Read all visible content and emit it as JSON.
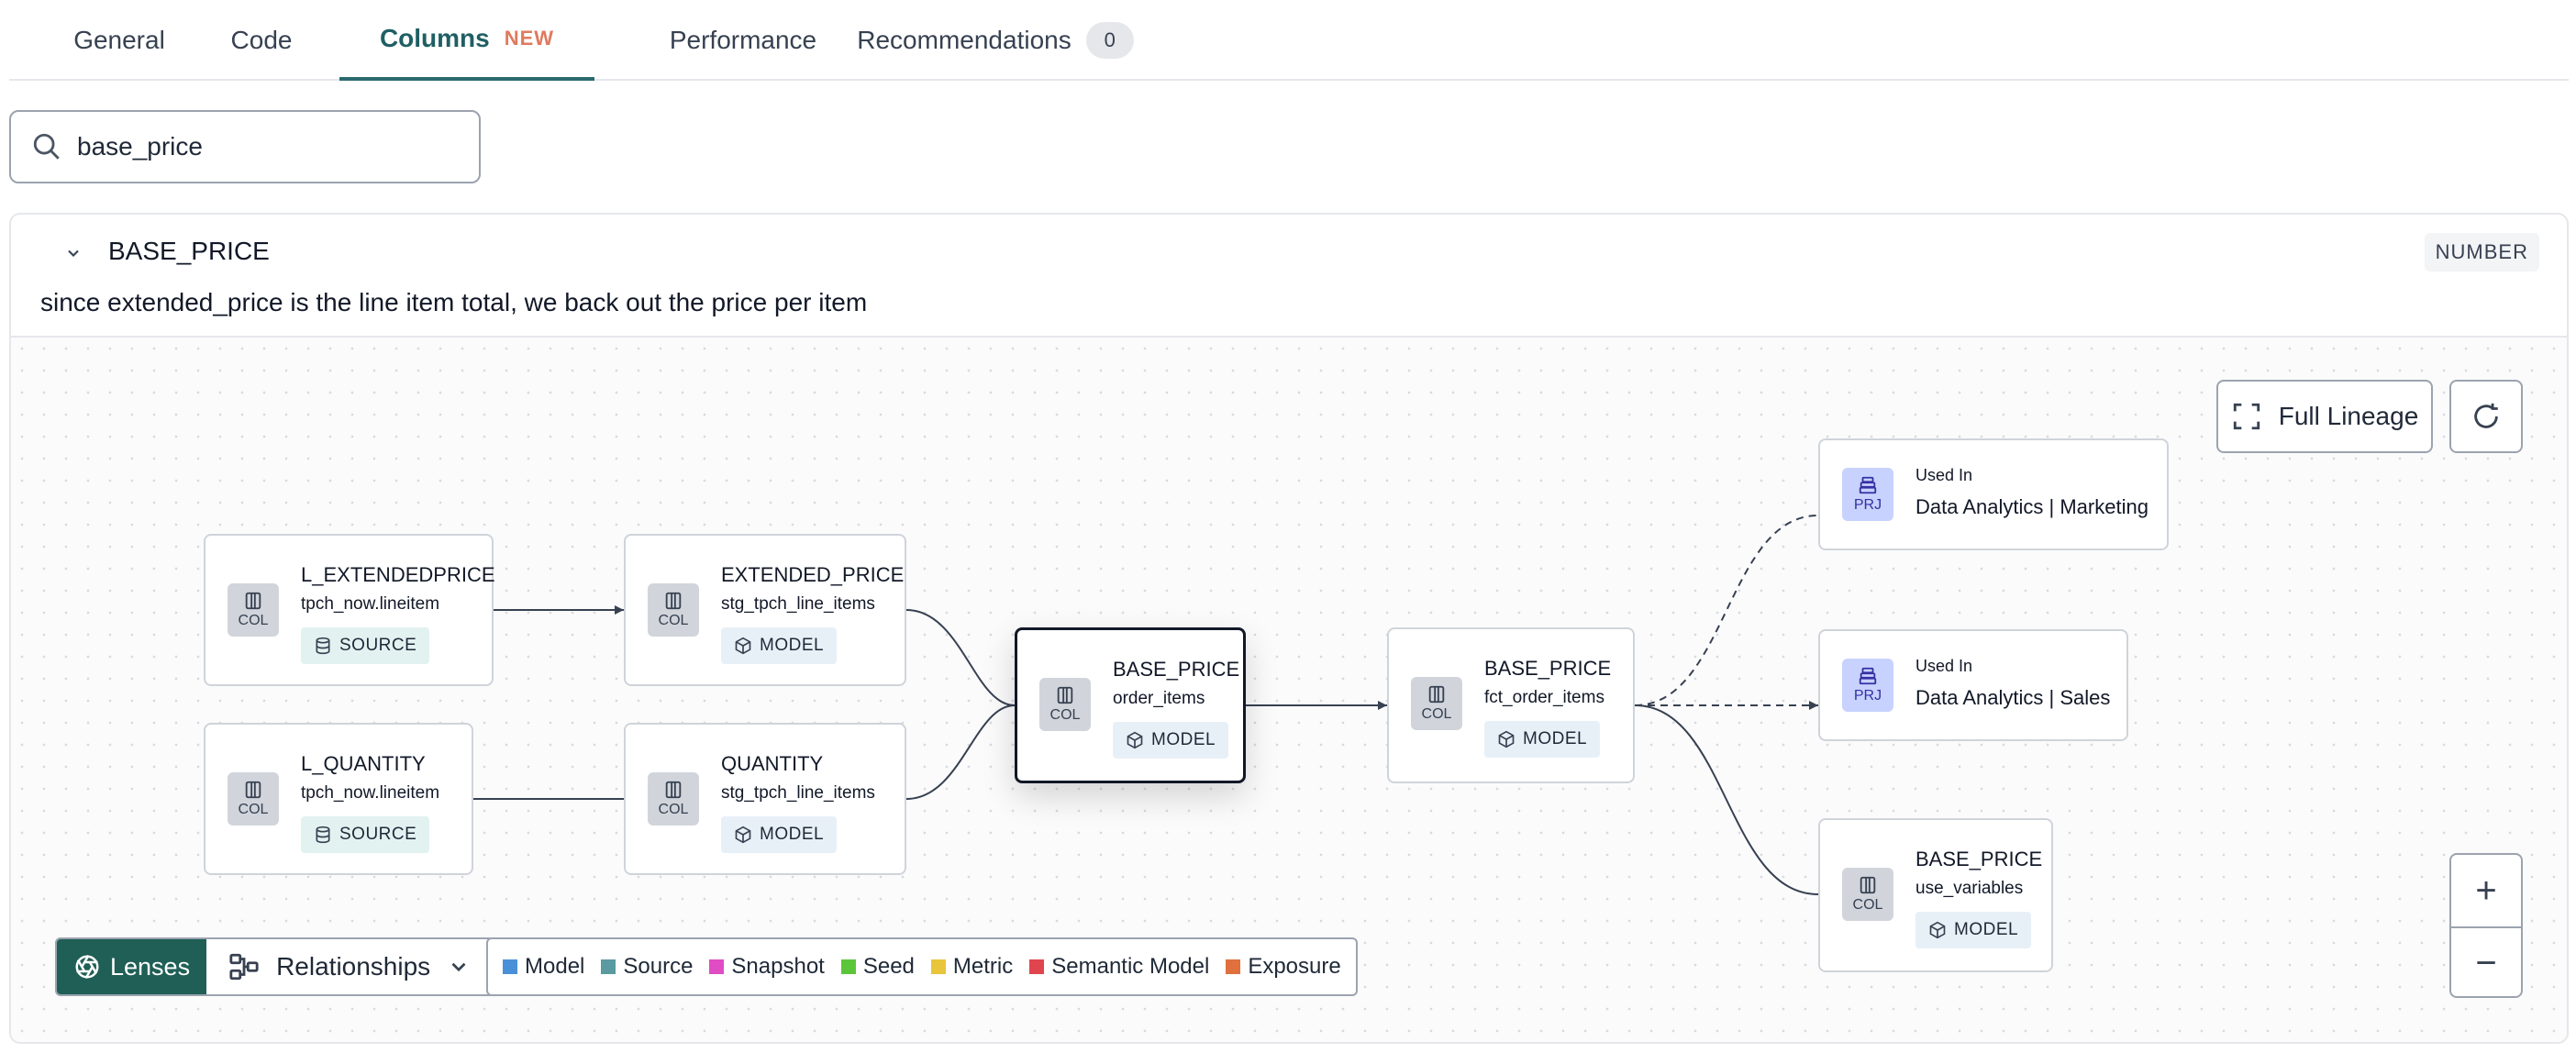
{
  "tabs": [
    {
      "label": "General"
    },
    {
      "label": "Code"
    },
    {
      "label": "Columns",
      "badge": "NEW"
    },
    {
      "label": "Performance"
    },
    {
      "label": "Recommendations",
      "count": "0"
    }
  ],
  "search": {
    "value": "base_price"
  },
  "column": {
    "name": "BASE_PRICE",
    "type": "NUMBER",
    "description": "since extended_price is the line item total, we back out the price per item"
  },
  "lineage": {
    "icon_label": "COL",
    "project_icon_label": "PRJ",
    "nodes": [
      {
        "title": "L_EXTENDEDPRICE",
        "sub": "tpch_now.lineitem",
        "tag": "SOURCE"
      },
      {
        "title": "L_QUANTITY",
        "sub": "tpch_now.lineitem",
        "tag": "SOURCE"
      },
      {
        "title": "EXTENDED_PRICE",
        "sub": "stg_tpch_line_items",
        "tag": "MODEL"
      },
      {
        "title": "QUANTITY",
        "sub": "stg_tpch_line_items",
        "tag": "MODEL"
      },
      {
        "title": "BASE_PRICE",
        "sub": "order_items",
        "tag": "MODEL"
      },
      {
        "title": "BASE_PRICE",
        "sub": "fct_order_items",
        "tag": "MODEL"
      },
      {
        "title": "BASE_PRICE",
        "sub": "use_variables",
        "tag": "MODEL"
      }
    ],
    "projects": [
      {
        "used_in": "Used In",
        "name": "Data Analytics | Marketing"
      },
      {
        "used_in": "Used In",
        "name": "Data Analytics | Sales"
      }
    ]
  },
  "controls": {
    "full_lineage": "Full Lineage",
    "zoom_in": "+",
    "zoom_out": "−",
    "lenses": "Lenses",
    "relationships": "Relationships"
  },
  "legend": [
    {
      "label": "Model",
      "color": "#4a90d9"
    },
    {
      "label": "Source",
      "color": "#5a9aa0"
    },
    {
      "label": "Snapshot",
      "color": "#e04cc4"
    },
    {
      "label": "Seed",
      "color": "#5cc63a"
    },
    {
      "label": "Metric",
      "color": "#e8c53a"
    },
    {
      "label": "Semantic Model",
      "color": "#e0454f"
    },
    {
      "label": "Exposure",
      "color": "#e0703e"
    }
  ]
}
